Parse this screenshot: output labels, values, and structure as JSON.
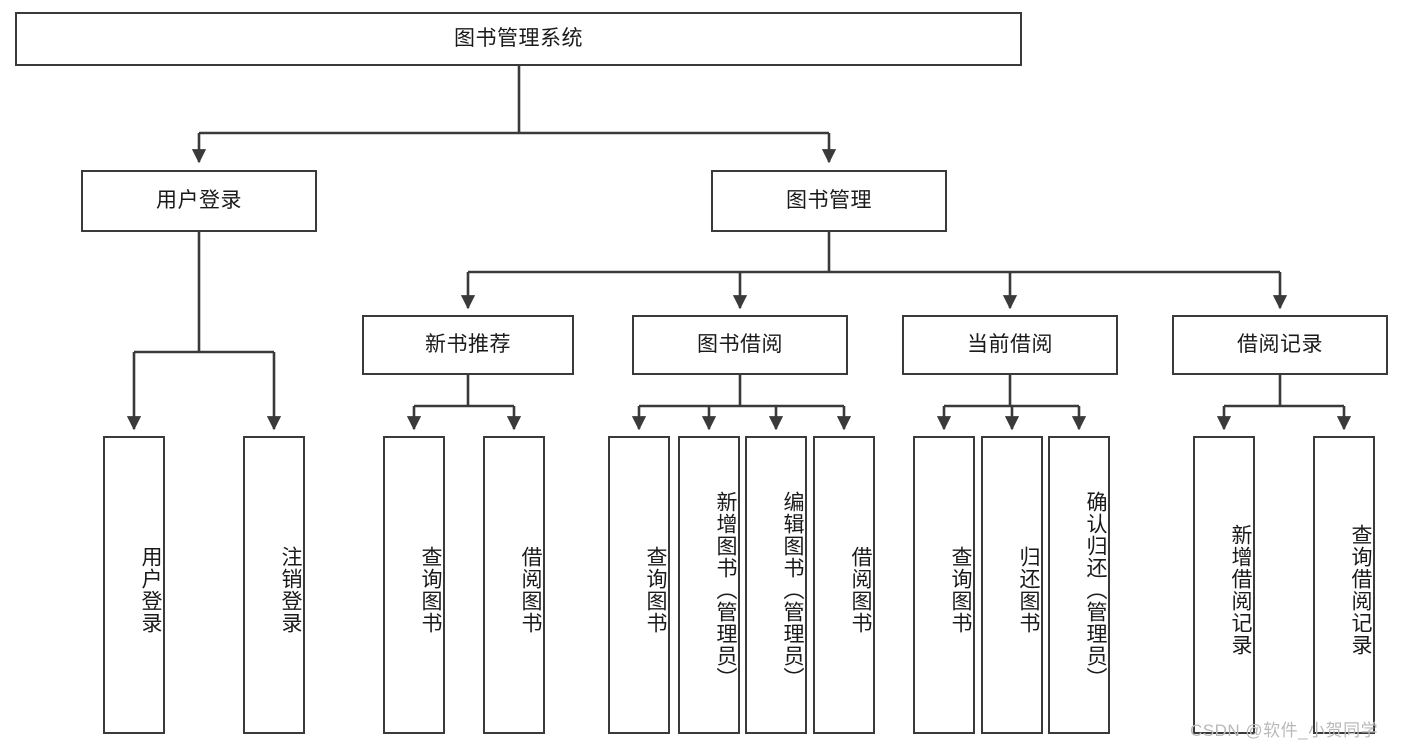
{
  "diagram": {
    "title": "图书管理系统",
    "type": "tree",
    "style": {
      "box_border_color": "#3a3a3a",
      "box_fill_color": "#ffffff",
      "connector_color": "#3a3a3a",
      "text_color": "#1a1a1a",
      "background": "#ffffff"
    },
    "watermark": "CSDN @软件_小贺同学",
    "levels": {
      "root": {
        "label": "图书管理系统"
      },
      "level2": [
        {
          "id": "user-login",
          "label": "用户登录"
        },
        {
          "id": "book-management",
          "label": "图书管理"
        }
      ],
      "level3": [
        {
          "id": "new-book-recommend",
          "label": "新书推荐",
          "parent": "book-management"
        },
        {
          "id": "book-borrow",
          "label": "图书借阅",
          "parent": "book-management"
        },
        {
          "id": "current-borrow",
          "label": "当前借阅",
          "parent": "book-management"
        },
        {
          "id": "borrow-record",
          "label": "借阅记录",
          "parent": "book-management"
        }
      ],
      "leaves": [
        {
          "id": "leaf-user-login",
          "label": "用户登录",
          "parent": "user-login"
        },
        {
          "id": "leaf-logout-login",
          "label": "注销登录",
          "parent": "user-login"
        },
        {
          "id": "leaf-query-book-1",
          "label": "查询图书",
          "parent": "new-book-recommend"
        },
        {
          "id": "leaf-borrow-book-1",
          "label": "借阅图书",
          "parent": "new-book-recommend"
        },
        {
          "id": "leaf-query-book-2",
          "label": "查询图书",
          "parent": "book-borrow"
        },
        {
          "id": "leaf-add-book",
          "label": "新增图书（管理员）",
          "parent": "book-borrow"
        },
        {
          "id": "leaf-edit-book",
          "label": "编辑图书（管理员）",
          "parent": "book-borrow"
        },
        {
          "id": "leaf-borrow-book-2",
          "label": "借阅图书",
          "parent": "book-borrow"
        },
        {
          "id": "leaf-query-book-3",
          "label": "查询图书",
          "parent": "current-borrow"
        },
        {
          "id": "leaf-return-book",
          "label": "归还图书",
          "parent": "current-borrow"
        },
        {
          "id": "leaf-confirm-return",
          "label": "确认归还（管理员）",
          "parent": "current-borrow"
        },
        {
          "id": "leaf-add-record",
          "label": "新增借阅记录",
          "parent": "borrow-record"
        },
        {
          "id": "leaf-query-record",
          "label": "查询借阅记录",
          "parent": "borrow-record"
        }
      ]
    }
  }
}
